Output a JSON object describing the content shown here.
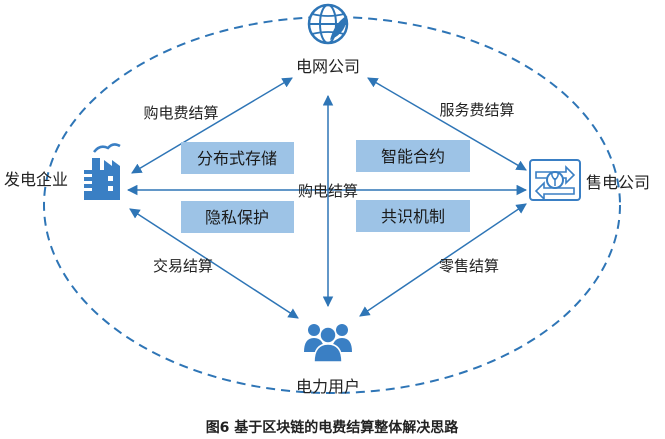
{
  "nodes": {
    "grid_company": "电网公司",
    "power_generation": "发电企业",
    "electricity_retailer": "售电公司",
    "power_users": "电力用户"
  },
  "edges": {
    "purchase_fee_settlement": "购电费结算",
    "service_fee_settlement": "服务费结算",
    "power_purchase_settlement": "购电结算",
    "transaction_settlement": "交易结算",
    "retail_settlement": "零售结算"
  },
  "features": {
    "distributed_storage": "分布式存储",
    "smart_contract": "智能合约",
    "privacy_protection": "隐私保护",
    "consensus_mechanism": "共识机制"
  },
  "caption": "图6  基于区块链的电费结算整体解决思路",
  "colors": {
    "accent_blue": "#2e75b6",
    "feature_box": "#9dc3e6",
    "icon_blue": "#3a7fc4"
  }
}
